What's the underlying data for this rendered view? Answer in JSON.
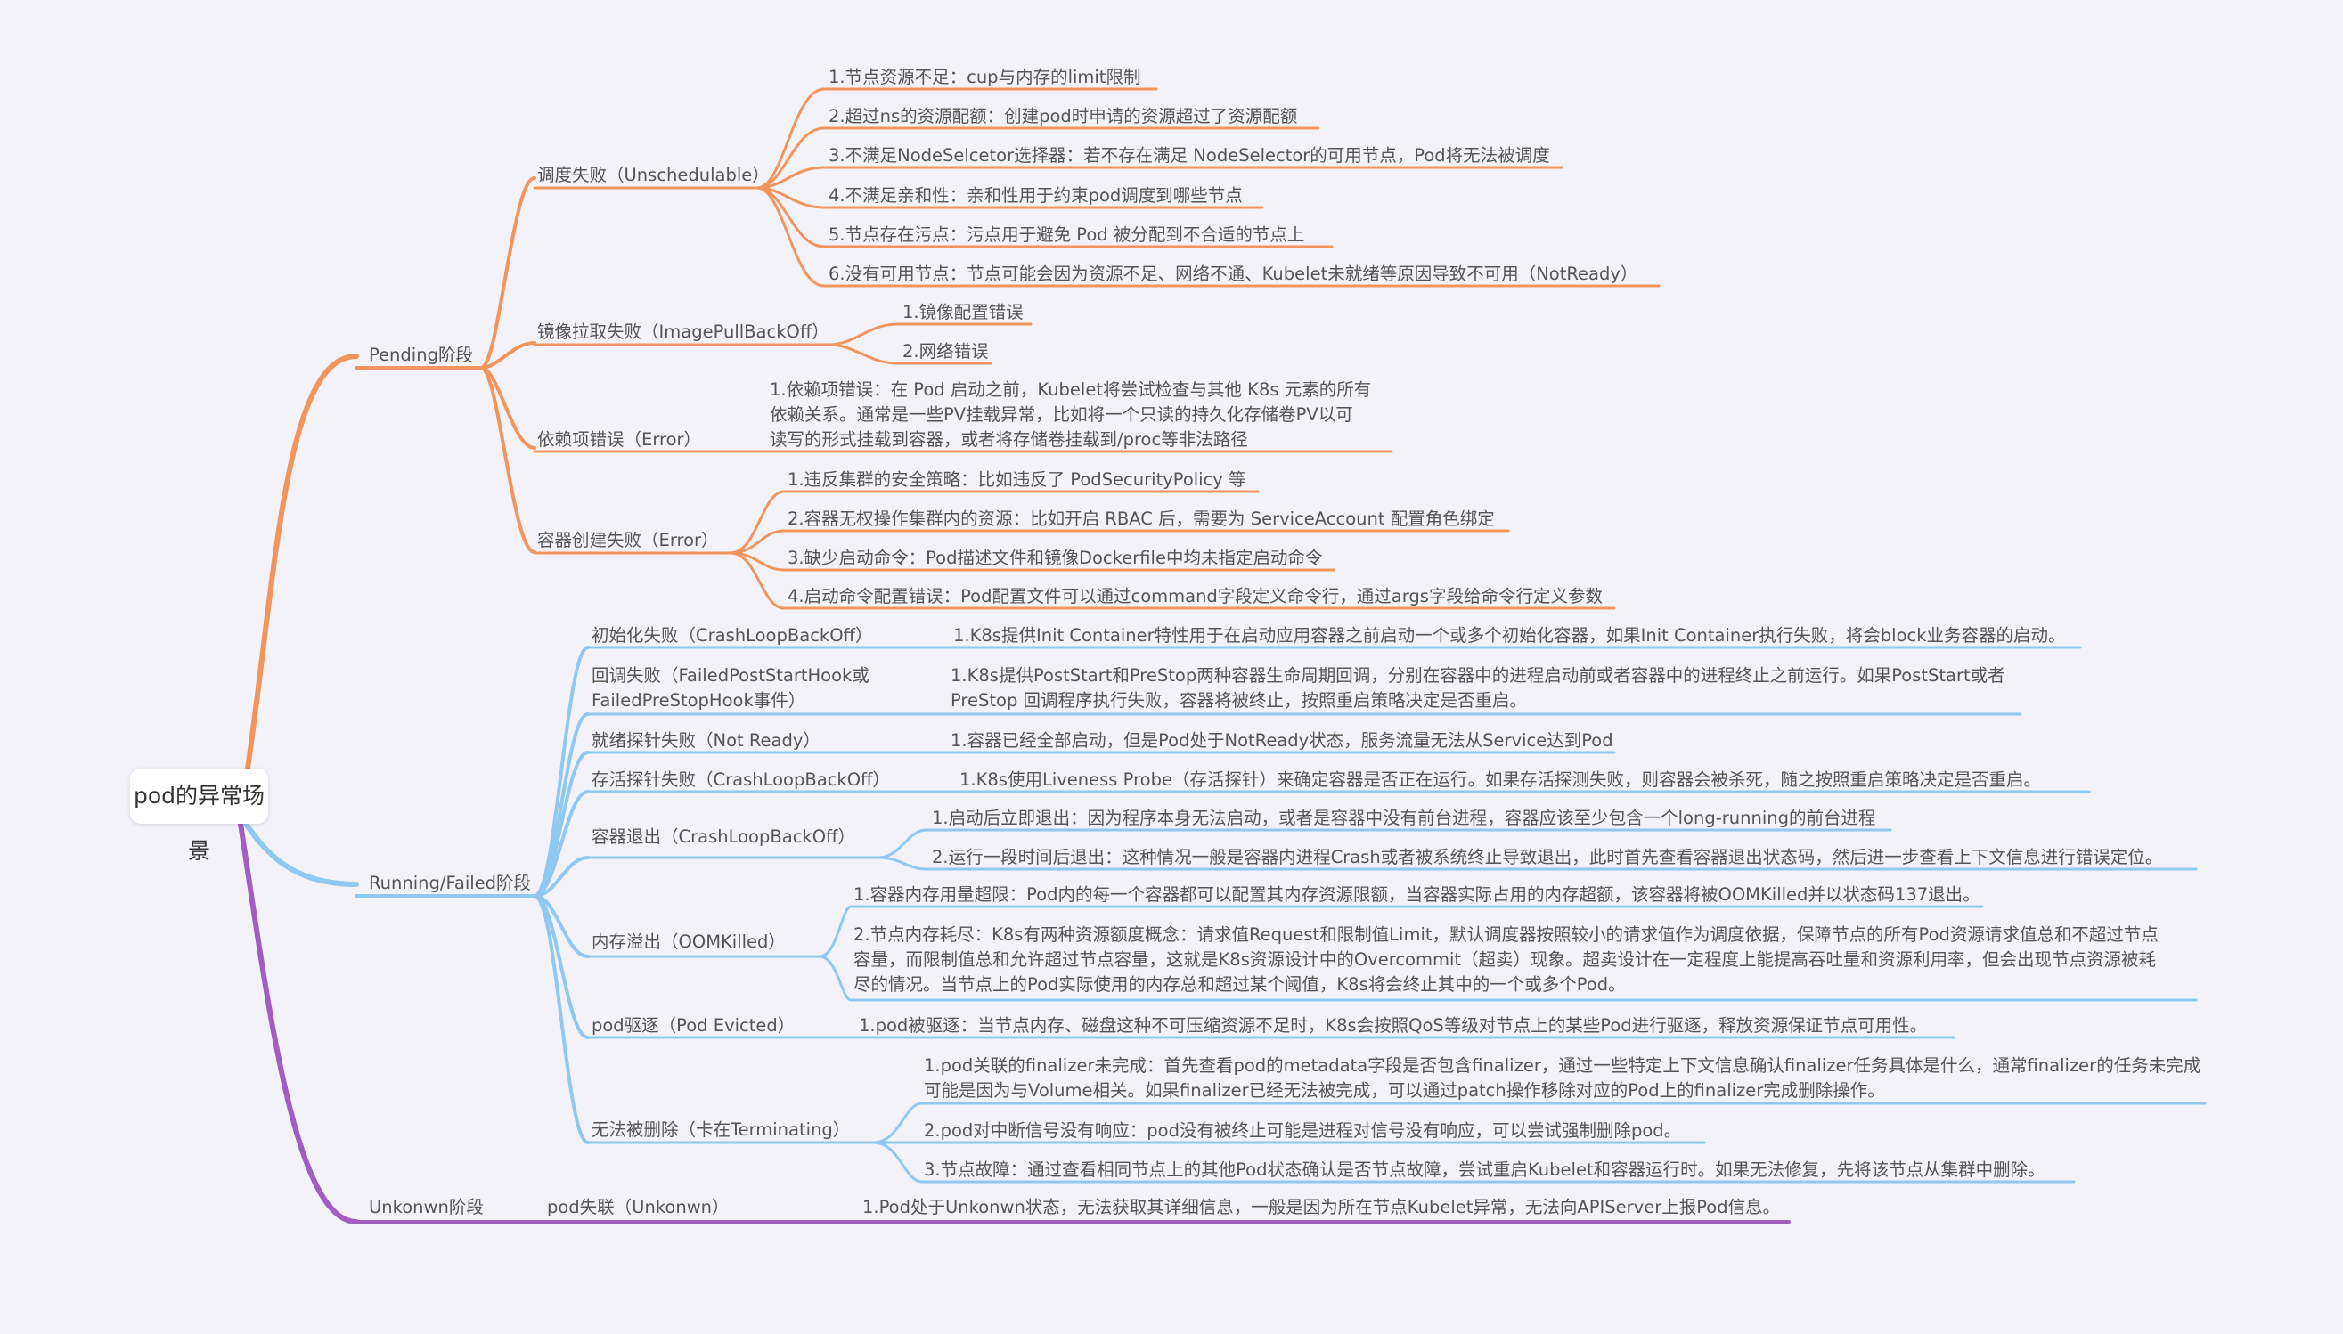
{
  "colors": {
    "background": "#f3f2f8",
    "pending": "#f2955d",
    "running": "#8fc8f0",
    "unknown": "#a25cc2",
    "text": "#555555"
  },
  "root": "pod的异常场景",
  "pending": {
    "label": "Pending阶段",
    "unschedulable": {
      "label": "调度失败（Unschedulable）",
      "items": [
        "1.节点资源不足：cup与内存的limit限制",
        "2.超过ns的资源配额：创建pod时申请的资源超过了资源配额",
        "3.不满足NodeSelcetor选择器：若不存在满足 NodeSelector的可用节点，Pod将无法被调度",
        "4.不满足亲和性：亲和性用于约束pod调度到哪些节点",
        "5.节点存在污点：污点用于避免 Pod 被分配到不合适的节点上",
        "6.没有可用节点：节点可能会因为资源不足、网络不通、Kubelet未就绪等原因导致不可用（NotReady）"
      ]
    },
    "imagepull": {
      "label": "镜像拉取失败（ImagePullBackOff）",
      "items": [
        "1.镜像配置错误",
        "2.网络错误"
      ]
    },
    "dependency": {
      "label": "依赖项错误（Error）",
      "lines": [
        "1.依赖项错误：在 Pod 启动之前，Kubelet将尝试检查与其他 K8s 元素的所有",
        "依赖关系。通常是一些PV挂载异常，比如将一个只读的持久化存储卷PV以可",
        "读写的形式挂载到容器，或者将存储卷挂载到/proc等非法路径"
      ]
    },
    "container_create": {
      "label": "容器创建失败（Error）",
      "items": [
        "1.违反集群的安全策略：比如违反了 PodSecurityPolicy 等",
        "2.容器无权操作集群内的资源：比如开启 RBAC 后，需要为 ServiceAccount 配置角色绑定",
        "3.缺少启动命令：Pod描述文件和镜像Dockerfile中均未指定启动命令",
        "4.启动命令配置错误：Pod配置文件可以通过command字段定义命令行，通过args字段给命令行定义参数"
      ]
    }
  },
  "running": {
    "label": "Running/Failed阶段",
    "init_fail": {
      "label": "初始化失败（CrashLoopBackOff）",
      "text": "1.K8s提供Init Container特性用于在启动应用容器之前启动一个或多个初始化容器，如果Init Container执行失败，将会block业务容器的启动。"
    },
    "hook_fail": {
      "label_lines": [
        "回调失败（FailedPostStartHook或",
        "FailedPreStopHook事件）"
      ],
      "lines": [
        "1.K8s提供PostStart和PreStop两种容器生命周期回调，分别在容器中的进程启动前或者容器中的进程终止之前运行。如果PostStart或者",
        "PreStop 回调程序执行失败，容器将被终止，按照重启策略决定是否重启。"
      ]
    },
    "readiness": {
      "label": "就绪探针失败（Not Ready）",
      "text": "1.容器已经全部启动，但是Pod处于NotReady状态，服务流量无法从Service达到Pod"
    },
    "liveness": {
      "label": "存活探针失败（CrashLoopBackOff）",
      "text": "1.K8s使用Liveness Probe（存活探针）来确定容器是否正在运行。如果存活探测失败，则容器会被杀死，随之按照重启策略决定是否重启。"
    },
    "exit": {
      "label": "容器退出（CrashLoopBackOff）",
      "items": [
        "1.启动后立即退出：因为程序本身无法启动，或者是容器中没有前台进程，容器应该至少包含一个long-running的前台进程",
        "2.运行一段时间后退出：这种情况一般是容器内进程Crash或者被系统终止导致退出，此时首先查看容器退出状态码，然后进一步查看上下文信息进行错误定位。"
      ]
    },
    "oom": {
      "label": "内存溢出（OOMKilled）",
      "item1": "1.容器内存用量超限：Pod内的每一个容器都可以配置其内存资源限额，当容器实际占用的内存超额，该容器将被OOMKilled并以状态码137退出。",
      "item2_lines": [
        "2.节点内存耗尽：K8s有两种资源额度概念：请求值Request和限制值Limit，默认调度器按照较小的请求值作为调度依据，保障节点的所有Pod资源请求值总和不超过节点",
        "容量，而限制值总和允许超过节点容量，这就是K8s资源设计中的Overcommit（超卖）现象。超卖设计在一定程度上能提高吞吐量和资源利用率，但会出现节点资源被耗",
        "尽的情况。当节点上的Pod实际使用的内存总和超过某个阈值，K8s将会终止其中的一个或多个Pod。"
      ]
    },
    "evicted": {
      "label": "pod驱逐（Pod Evicted）",
      "text": "1.pod被驱逐：当节点内存、磁盘这种不可压缩资源不足时，K8s会按照QoS等级对节点上的某些Pod进行驱逐，释放资源保证节点可用性。"
    },
    "terminating": {
      "label": "无法被删除（卡在Terminating）",
      "item1_lines": [
        "1.pod关联的finalizer未完成：首先查看pod的metadata字段是否包含finalizer，通过一些特定上下文信息确认finalizer任务具体是什么，通常finalizer的任务未完成",
        "可能是因为与Volume相关。如果finalizer已经无法被完成，可以通过patch操作移除对应的Pod上的finalizer完成删除操作。"
      ],
      "item2": "2.pod对中断信号没有响应：pod没有被终止可能是进程对信号没有响应，可以尝试强制删除pod。",
      "item3": "3.节点故障：通过查看相同节点上的其他Pod状态确认是否节点故障，尝试重启Kubelet和容器运行时。如果无法修复，先将该节点从集群中删除。"
    }
  },
  "unknown": {
    "label": "Unkonwn阶段",
    "lost": {
      "label": "pod失联（Unkonwn）",
      "text": "1.Pod处于Unkonwn状态，无法获取其详细信息，一般是因为所在节点Kubelet异常，无法向APIServer上报Pod信息。"
    }
  }
}
